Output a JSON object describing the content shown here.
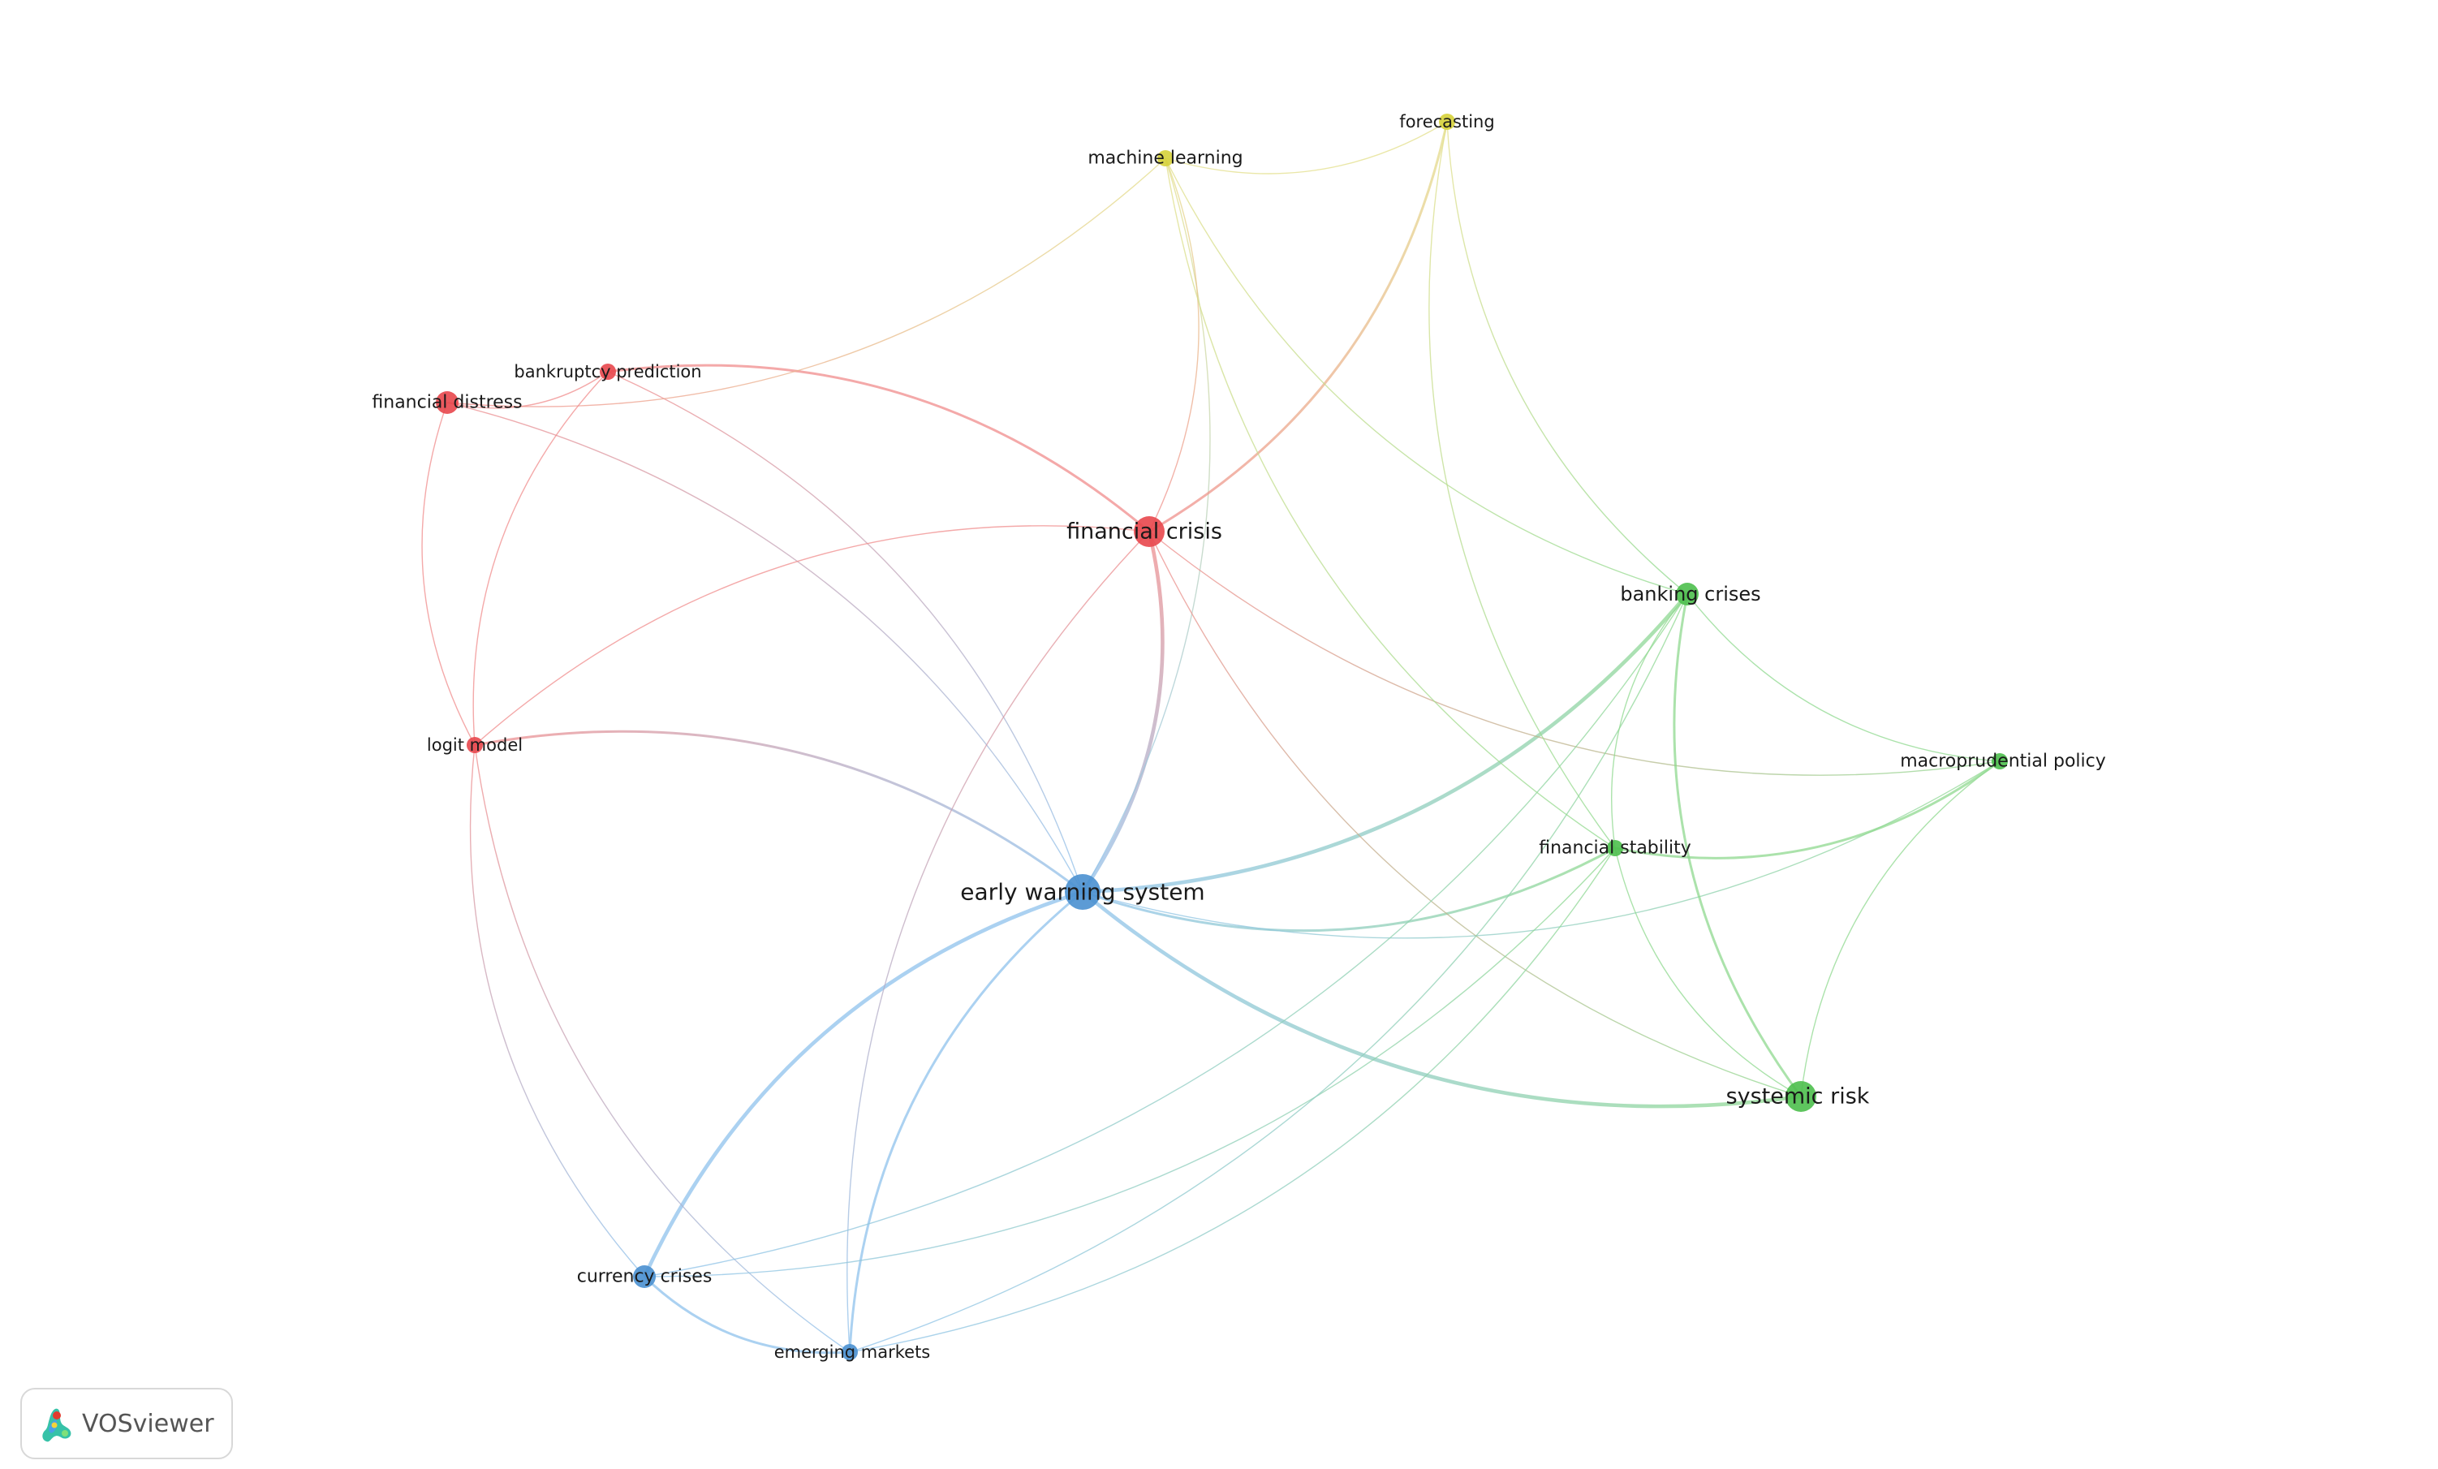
{
  "app": {
    "name": "VOSviewer",
    "logo_icon": "vosviewer-logo-icon"
  },
  "colors": {
    "red": "#e8474c",
    "blue": "#4a90d0",
    "green": "#4cbf4c",
    "yellow": "#d6d13a"
  },
  "network": {
    "nodes": [
      {
        "id": "ews",
        "label": "early warning system",
        "cluster": "blue",
        "weight": 5
      },
      {
        "id": "fc",
        "label": "financial crisis",
        "cluster": "red",
        "weight": 4
      },
      {
        "id": "sr",
        "label": "systemic risk",
        "cluster": "green",
        "weight": 4
      },
      {
        "id": "bc",
        "label": "banking crises",
        "cluster": "green",
        "weight": 3
      },
      {
        "id": "fs",
        "label": "financial stability",
        "cluster": "green",
        "weight": 2
      },
      {
        "id": "mp",
        "label": "macroprudential policy",
        "cluster": "green",
        "weight": 2
      },
      {
        "id": "cc",
        "label": "currency crises",
        "cluster": "blue",
        "weight": 3
      },
      {
        "id": "em",
        "label": "emerging markets",
        "cluster": "blue",
        "weight": 2
      },
      {
        "id": "ml",
        "label": "machine learning",
        "cluster": "yellow",
        "weight": 2
      },
      {
        "id": "fo",
        "label": "forecasting",
        "cluster": "yellow",
        "weight": 2
      },
      {
        "id": "fd",
        "label": "financial distress",
        "cluster": "red",
        "weight": 3
      },
      {
        "id": "bp",
        "label": "bankruptcy prediction",
        "cluster": "red",
        "weight": 2
      },
      {
        "id": "lm",
        "label": "logit model",
        "cluster": "red",
        "weight": 2
      }
    ],
    "links": [
      {
        "source": "ews",
        "target": "fc",
        "strength": 3
      },
      {
        "source": "ews",
        "target": "sr",
        "strength": 3
      },
      {
        "source": "ews",
        "target": "bc",
        "strength": 3
      },
      {
        "source": "ews",
        "target": "fs",
        "strength": 2
      },
      {
        "source": "ews",
        "target": "mp",
        "strength": 1
      },
      {
        "source": "ews",
        "target": "cc",
        "strength": 3
      },
      {
        "source": "ews",
        "target": "em",
        "strength": 2
      },
      {
        "source": "ews",
        "target": "ml",
        "strength": 1
      },
      {
        "source": "ews",
        "target": "lm",
        "strength": 2
      },
      {
        "source": "ews",
        "target": "bp",
        "strength": 1
      },
      {
        "source": "ews",
        "target": "fd",
        "strength": 1
      },
      {
        "source": "fc",
        "target": "bp",
        "strength": 2
      },
      {
        "source": "fc",
        "target": "lm",
        "strength": 1
      },
      {
        "source": "fc",
        "target": "fo",
        "strength": 2
      },
      {
        "source": "fc",
        "target": "ml",
        "strength": 1
      },
      {
        "source": "fc",
        "target": "mp",
        "strength": 1
      },
      {
        "source": "fc",
        "target": "sr",
        "strength": 1
      },
      {
        "source": "fc",
        "target": "em",
        "strength": 1
      },
      {
        "source": "fd",
        "target": "bp",
        "strength": 1
      },
      {
        "source": "fd",
        "target": "lm",
        "strength": 1
      },
      {
        "source": "fd",
        "target": "ml",
        "strength": 1
      },
      {
        "source": "bp",
        "target": "lm",
        "strength": 1
      },
      {
        "source": "lm",
        "target": "cc",
        "strength": 1
      },
      {
        "source": "lm",
        "target": "em",
        "strength": 1
      },
      {
        "source": "cc",
        "target": "em",
        "strength": 2
      },
      {
        "source": "cc",
        "target": "fs",
        "strength": 1
      },
      {
        "source": "cc",
        "target": "bc",
        "strength": 1
      },
      {
        "source": "em",
        "target": "bc",
        "strength": 1
      },
      {
        "source": "em",
        "target": "fs",
        "strength": 1
      },
      {
        "source": "ml",
        "target": "fo",
        "strength": 1
      },
      {
        "source": "ml",
        "target": "bc",
        "strength": 1
      },
      {
        "source": "ml",
        "target": "fs",
        "strength": 1
      },
      {
        "source": "fo",
        "target": "bc",
        "strength": 1
      },
      {
        "source": "fo",
        "target": "fs",
        "strength": 1
      },
      {
        "source": "bc",
        "target": "sr",
        "strength": 2
      },
      {
        "source": "bc",
        "target": "mp",
        "strength": 1
      },
      {
        "source": "bc",
        "target": "fs",
        "strength": 1
      },
      {
        "source": "fs",
        "target": "mp",
        "strength": 2
      },
      {
        "source": "fs",
        "target": "sr",
        "strength": 1
      },
      {
        "source": "mp",
        "target": "sr",
        "strength": 1
      }
    ]
  }
}
